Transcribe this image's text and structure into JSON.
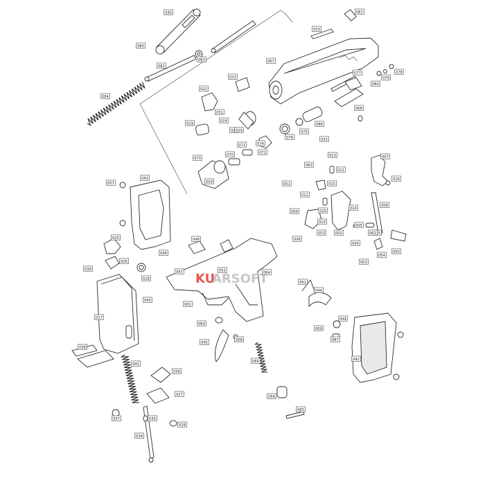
{
  "watermark": {
    "prefix": "KU",
    "suffix": "ARSOFT"
  },
  "labels": {
    "p001": "001",
    "p002": "002",
    "p003": "003",
    "p004": "004",
    "p005": "005",
    "p006": "006",
    "p007": "007",
    "p008": "008",
    "p009": "009",
    "p010": "010",
    "p011": "011",
    "p012": "012",
    "p013": "013",
    "p014": "014",
    "p015": "015",
    "p016": "016",
    "p017": "017",
    "p018": "018",
    "p019": "019",
    "p020": "020",
    "p021": "021",
    "p022": "022",
    "p023": "023",
    "p024": "024",
    "p025": "025",
    "p026": "026",
    "p027": "027",
    "p028": "028",
    "p029": "029",
    "p030": "030",
    "p031": "031",
    "p032": "032",
    "p033": "033",
    "p034": "034",
    "p035": "035",
    "p036": "036",
    "p037": "037",
    "p038": "038",
    "p039": "039",
    "p040": "040",
    "p041": "041",
    "p042": "042",
    "p043": "043",
    "p044": "044",
    "p045": "045",
    "p046": "046",
    "p047": "047",
    "p048": "048",
    "p049": "049",
    "p050": "050",
    "p051": "051",
    "p052": "052",
    "p053": "053",
    "p054": "054",
    "p055": "055",
    "p056": "056",
    "p057": "057",
    "p058": "058",
    "p059": "059",
    "p060": "060",
    "p061": "061",
    "p062": "062",
    "p063": "063",
    "p064": "064",
    "p065": "065",
    "p066": "066",
    "p067": "067",
    "p068": "068",
    "p069": "069",
    "p070": "070",
    "p071": "071",
    "p072": "072",
    "p073": "073",
    "p074": "074",
    "p075": "075",
    "p076": "076",
    "p077": "077",
    "p078": "078",
    "p079": "079",
    "p080": "080",
    "p081": "081",
    "p082": "082",
    "p083": "083",
    "p084": "084",
    "p085": "085",
    "p086": "086",
    "p087": "087"
  }
}
